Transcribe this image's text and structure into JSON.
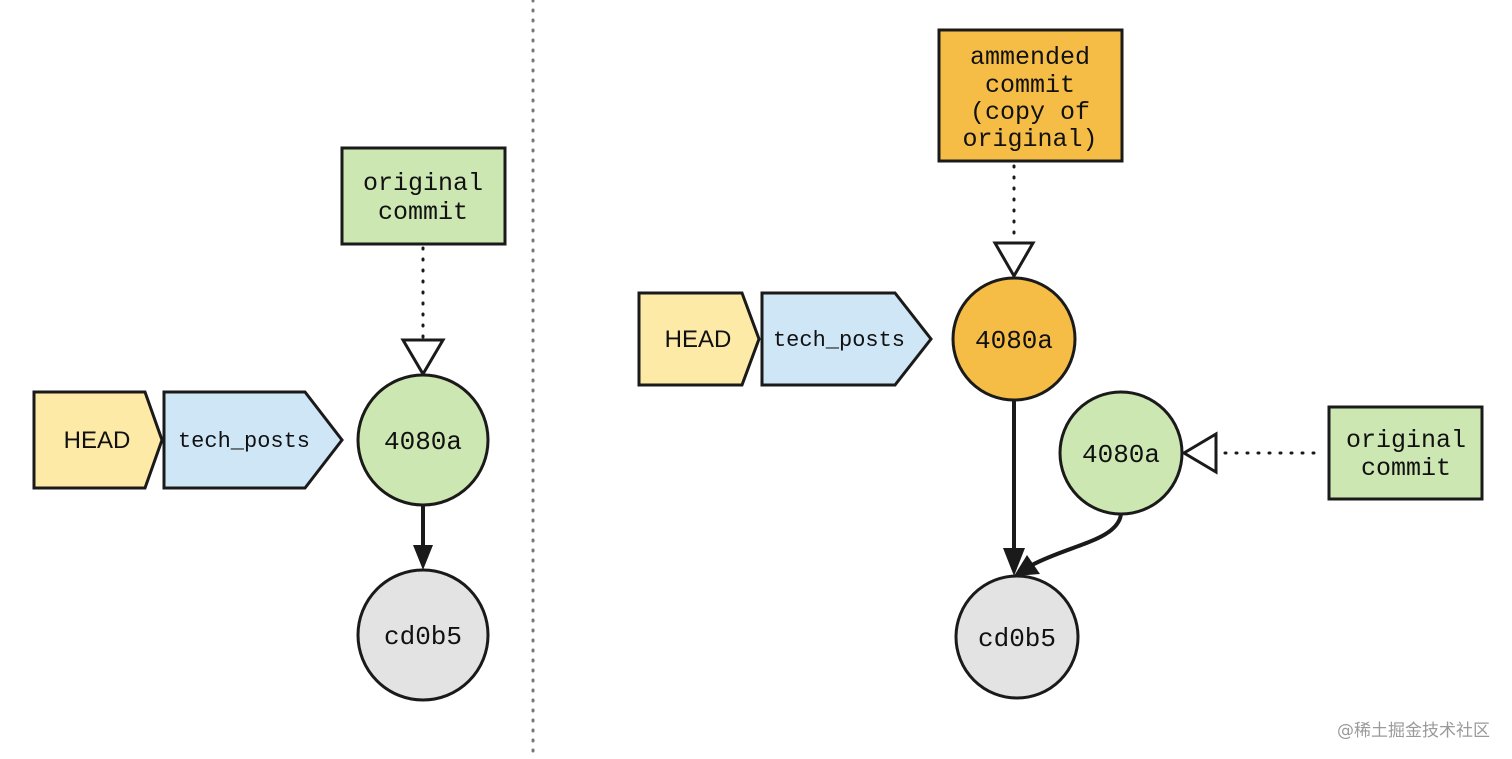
{
  "colors": {
    "head_fill": "#fdeaa6",
    "branch_fill": "#cfe6f7",
    "original_fill": "#cde7b2",
    "amended_fill": "#f5bd45",
    "base_fill": "#e3e3e3",
    "stroke": "#1a1a1a",
    "divider": "#777777"
  },
  "left": {
    "head_label": "HEAD",
    "branch_label": "tech_posts",
    "commit_label": "4080a",
    "parent_label": "cd0b5",
    "note_lines": [
      "original",
      "commit"
    ]
  },
  "right": {
    "head_label": "HEAD",
    "branch_label": "tech_posts",
    "amended_commit_label": "4080a",
    "amended_note_lines": [
      "ammended",
      "commit",
      "(copy of",
      "original)"
    ],
    "original_commit_label": "4080a",
    "original_note_lines": [
      "original",
      "commit"
    ],
    "parent_label": "cd0b5"
  },
  "watermark": "@稀土掘金技术社区"
}
